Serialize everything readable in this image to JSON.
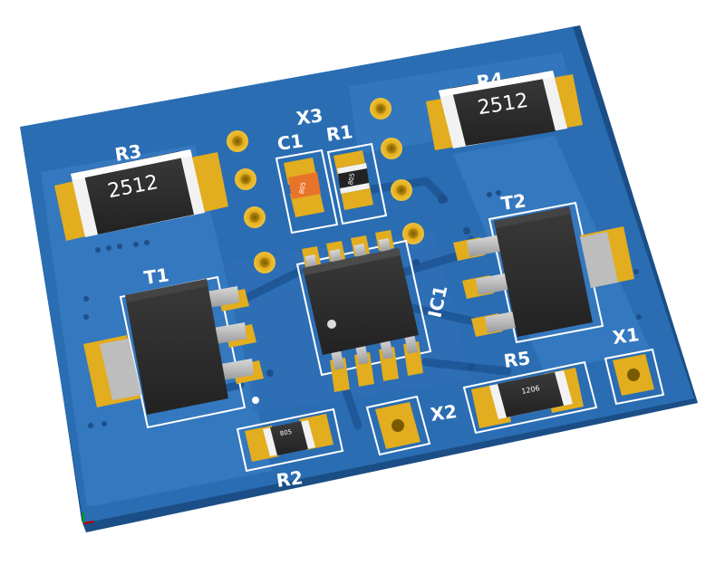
{
  "board": {
    "colors": {
      "soldermask": "#2a6db2",
      "soldermask_dark": "#1f558f",
      "copper_pour": "#3478bf",
      "pad_gold": "#e2ad1e",
      "silkscreen": "#ffffff",
      "component_body": "#2e2e2e",
      "background": "#ffffff"
    },
    "designators": {
      "x3": "X3",
      "c1": "C1",
      "r1": "R1",
      "r3": "R3",
      "r4": "R4",
      "t1": "T1",
      "t2": "T2",
      "ic1": "IC1",
      "x1": "X1",
      "x2": "X2",
      "r5": "R5",
      "r2": "R2"
    },
    "package_labels": {
      "r3_body": "2512",
      "r4_body": "2512",
      "r5_body": "1206",
      "r2_body": "805",
      "c1_body": "805",
      "r1_body": "805"
    },
    "icons": [
      "smd-resistor-2512",
      "smd-resistor-1206",
      "smd-resistor-0805",
      "smd-capacitor-0805",
      "sot223-transistor",
      "soic8-ic",
      "through-hole-pad",
      "test-point-pad"
    ]
  }
}
